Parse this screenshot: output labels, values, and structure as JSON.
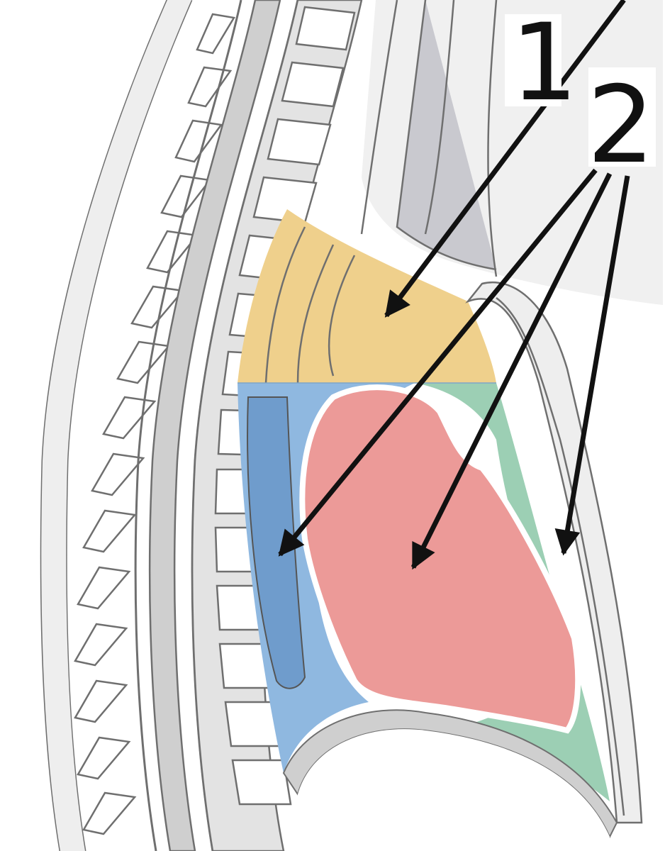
{
  "labels": [
    {
      "id": "label-1",
      "text": "1"
    },
    {
      "id": "label-2",
      "text": "2"
    }
  ],
  "colors": {
    "background": "#ffffff",
    "bone_outline": "#6f6f6f",
    "bone_fill": "#e6e6e6",
    "canal": "#cfcfcf",
    "superior_mediastinum": "#efd08c",
    "posterior_mediastinum": "#8fb8e0",
    "middle_mediastinum_heart": "#ec9a98",
    "anterior_mediastinum": "#9ccfb4",
    "arrow": "#111111"
  }
}
